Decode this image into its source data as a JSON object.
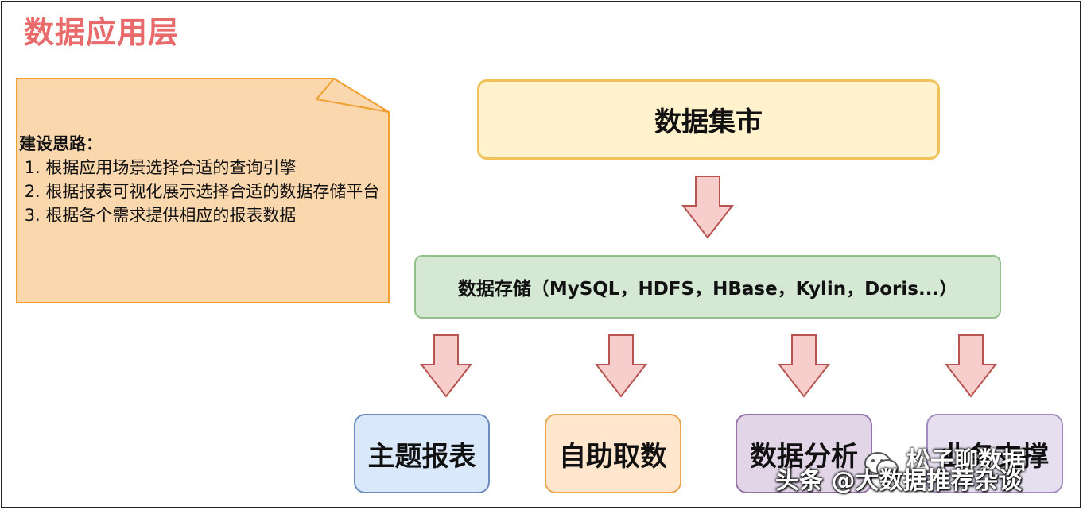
{
  "title": "数据应用层",
  "note": {
    "heading": "建设思路：",
    "lines": [
      " 1. 根据应用场景选择合适的查询引擎",
      " 2. 根据报表可视化展示选择合适的数据存储平台",
      " 3. 根据各个需求提供相应的报表数据"
    ]
  },
  "mart": {
    "label": "数据集市"
  },
  "storage": {
    "label": "数据存储（MySQL，HDFS，HBase，Kylin，Doris...）"
  },
  "apps": [
    {
      "label": "主题报表"
    },
    {
      "label": "自助取数"
    },
    {
      "label": "数据分析"
    },
    {
      "label": "业务支撑"
    }
  ],
  "watermark": {
    "overlay_text": "松子聊数据",
    "source_text": "头条 @大数据推荐杂谈"
  },
  "colors": {
    "title": "#e86a6a",
    "note_fill": "#fad7ac",
    "note_border": "#f0a030",
    "mart_fill": "#fff2cc",
    "storage_fill": "#d5e8d4",
    "arrow_fill": "#f8cecc",
    "arrow_stroke": "#b85450"
  }
}
